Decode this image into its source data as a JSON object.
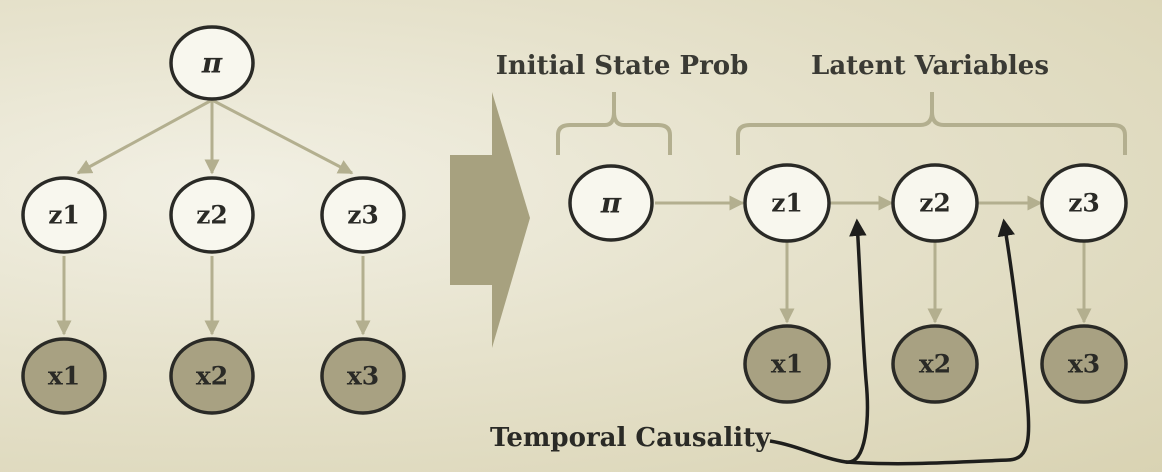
{
  "left_graph": {
    "root": "π",
    "latent": [
      "z1",
      "z2",
      "z3"
    ],
    "observed": [
      "x1",
      "x2",
      "x3"
    ]
  },
  "right_graph": {
    "initial_state_heading": "Initial State Prob",
    "latent_heading": "Latent Variables",
    "root": "π",
    "latent": [
      "z1",
      "z2",
      "z3"
    ],
    "observed": [
      "x1",
      "x2",
      "x3"
    ],
    "annotation": "Temporal Causality"
  },
  "colors": {
    "background": "#e6e2cc",
    "latent_fill": "#f8f7ee",
    "observed_fill": "#a8a182",
    "edge": "#b3af8f",
    "transform_arrow": "#a7a17f",
    "outline": "#2a2a26"
  }
}
